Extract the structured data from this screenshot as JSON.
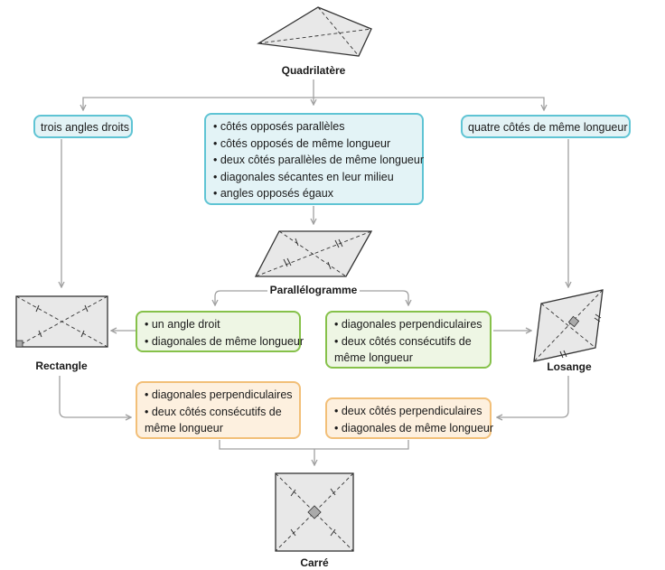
{
  "shapes": {
    "quadrilatere": "Quadrilatère",
    "parallelogramme": "Parallélogramme",
    "rectangle": "Rectangle",
    "losange": "Losange",
    "carre": "Carré"
  },
  "properties": {
    "rectangle_from_quad": "trois angles droits",
    "losange_from_quad": "quatre côtés de même longueur",
    "parallelogramme_from_quad": [
      "côtés opposés parallèles",
      "côtés opposés de même longueur",
      "deux côtés parallèles de même longueur",
      "diagonales sécantes en leur milieu",
      "angles opposés égaux"
    ],
    "rectangle_from_parallelogramme": [
      "un angle droit",
      "diagonales de même longueur"
    ],
    "losange_from_parallelogramme": [
      "diagonales perpendiculaires",
      "deux côtés consécutifs de même longueur"
    ],
    "carre_from_rectangle": [
      "diagonales perpendiculaires",
      "deux côtés consécutifs de même longueur"
    ],
    "carre_from_losange": [
      "deux côtés perpendiculaires",
      "diagonales de même longueur"
    ]
  },
  "colors": {
    "blue_border": "#5fc4d4",
    "blue_fill": "#e3f3f6",
    "green_border": "#86c14a",
    "green_fill": "#eef6e4",
    "orange_border": "#f2bf78",
    "orange_fill": "#fdf0df",
    "connector": "#a0a0a0",
    "shape_fill": "#e8e8e8",
    "shape_stroke": "#333333"
  }
}
